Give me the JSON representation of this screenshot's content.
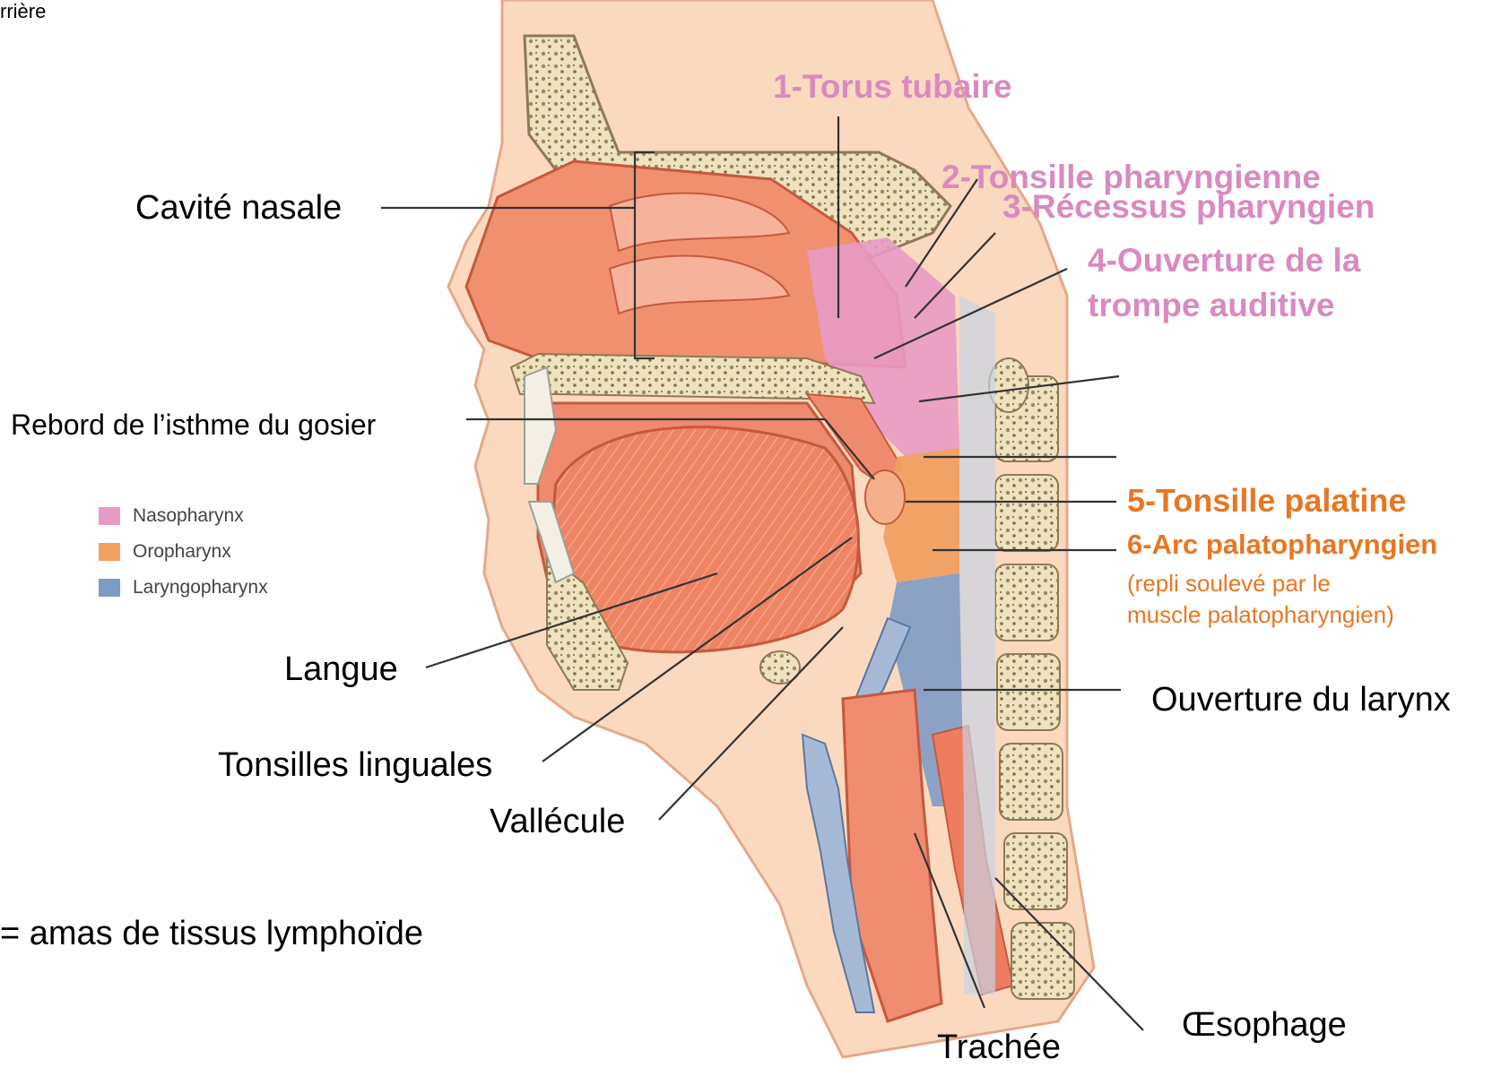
{
  "colors": {
    "nasopharynx": "#e89ac4",
    "oropharynx": "#f0a061",
    "laryngopharynx": "#7e9bc4",
    "label_pink": "#d98ac0",
    "label_orange": "#e87722",
    "flesh": "#ef8a6e",
    "flesh_dark": "#d9624a",
    "bone": "#f1e7c6",
    "skin": "#fbd9bf"
  },
  "header_fragment": "rrière",
  "labels_left": {
    "cavite_nasale": "Cavité nasale",
    "rebord_isthme": "Rebord de l’isthme du gosier",
    "langue": "Langue",
    "tonsilles_linguales": "Tonsilles linguales",
    "vallecule": "Vallécule",
    "footnote": "= amas de tissus lymphoïde"
  },
  "labels_bottom": {
    "trachee": "Trachée",
    "oesophage": "Œsophage"
  },
  "labels_right": {
    "torus_tubaire": "1-Torus tubaire",
    "tonsille_pharyngienne": "2-Tonsille pharyngienne",
    "recessus_pharyngien": "3-Récessus pharyngien",
    "ouverture_trompe_line1": "4-Ouverture de la",
    "ouverture_trompe_line2": "trompe auditive",
    "tonsille_palatine": "5-Tonsille palatine",
    "arc_palatopharyngien": "6-Arc palatopharyngien",
    "arc_note_line1": "(repli soulevé par le",
    "arc_note_line2": "muscle palatopharyngien)",
    "ouverture_larynx": "Ouverture du larynx"
  },
  "legend": [
    {
      "label": "Nasopharynx",
      "color": "#e89ac4"
    },
    {
      "label": "Oropharynx",
      "color": "#f0a061"
    },
    {
      "label": "Laryngopharynx",
      "color": "#7e9bc4"
    }
  ]
}
